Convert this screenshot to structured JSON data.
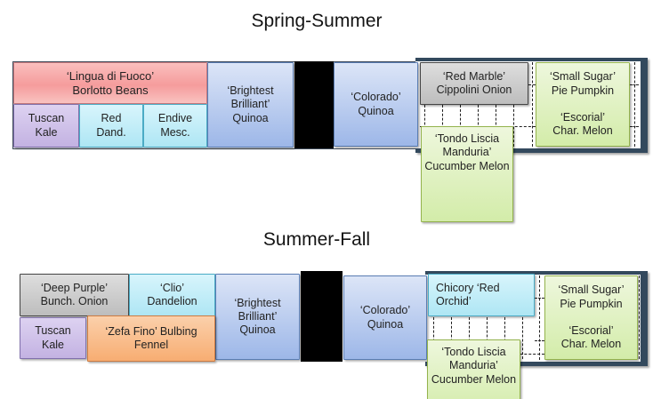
{
  "titles": {
    "season1": "Spring-Summer",
    "season2": "Summer-Fall"
  },
  "season1": {
    "beans": "‘Lingua di Fuoco’\nBorlotto Beans",
    "kale": "Tuscan\nKale",
    "dandelion": "Red\nDand.",
    "endive": "Endive\nMesc.",
    "bb_quinoa": "‘Brightest\nBrilliant’\nQuinoa",
    "colorado_quinoa": "‘Colorado’\nQuinoa",
    "onion": "‘Red Marble’\nCippolini Onion",
    "cucumber_melon": "‘Tondo Liscia\nManduria’\nCucumber Melon",
    "pumpkin_melon": "‘Small Sugar’\nPie Pumpkin\n\n‘Escorial’\nChar. Melon"
  },
  "season2": {
    "onion": "‘Deep Purple’\nBunch. Onion",
    "dandelion": "‘Clio’\nDandelion",
    "bb_quinoa": "‘Brightest\nBrilliant’\nQuinoa",
    "kale": "Tuscan\nKale",
    "fennel": "‘Zefa Fino’ Bulbing\nFennel",
    "colorado_quinoa": "‘Colorado’\nQuinoa",
    "chicory": "Chicory ‘Red\nOrchid’",
    "cucumber_melon": "‘Tondo Liscia\nManduria’\nCucumber Melon",
    "pumpkin_melon": "‘Small Sugar’\nPie Pumpkin\n\n‘Escorial’\nChar. Melon"
  },
  "colors": {
    "bed_border_navy": "#33495d",
    "walkway_black": "#000000",
    "beans_pink": "#f59c9c",
    "kale_purple": "#c9b9e6",
    "greens_cyan": "#bce9f5",
    "quinoa_blue": "#aec4ee",
    "onion_gray": "#c9c9c9",
    "melon_green": "#d9eeb3",
    "fennel_orange": "#f9b87f"
  }
}
